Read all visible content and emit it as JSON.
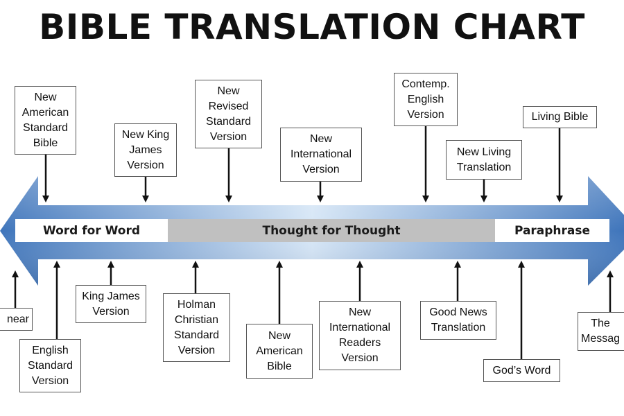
{
  "title": "BIBLE TRANSLATION CHART",
  "bands": {
    "word_for_word": "Word for Word",
    "thought_for_thought": "Thought for Thought",
    "paraphrase": "Paraphrase"
  },
  "top_translations": [
    "New\nAmerican\nStandard\nBible",
    "New King\nJames\nVersion",
    "New\nRevised\nStandard\nVersion",
    "New\nInternational\nVersion",
    "Contemp.\nEnglish\nVersion",
    "New Living\nTranslation",
    "Living Bible"
  ],
  "bottom_translations": [
    "near",
    "English\nStandard\nVersion",
    "King James\nVersion",
    "Holman\nChristian\nStandard\nVersion",
    "New\nAmerican\nBible",
    "New\nInternational\nReaders\nVersion",
    "Good News\nTranslation",
    "God’s Word",
    "The\nMessag"
  ],
  "colors": {
    "arrow_dark": "#3f75bb",
    "arrow_light": "#d6e6f6",
    "band_gray": "#c0c0c0"
  }
}
